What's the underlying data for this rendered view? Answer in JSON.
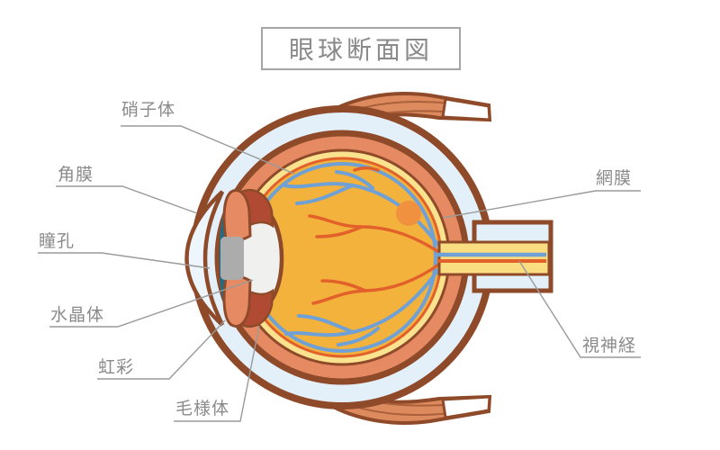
{
  "title": "眼球断面図",
  "labels": [
    {
      "id": "vitreous-body",
      "text": "硝子体"
    },
    {
      "id": "cornea",
      "text": "角膜"
    },
    {
      "id": "pupil",
      "text": "瞳孔"
    },
    {
      "id": "crystalline-lens",
      "text": "水晶体"
    },
    {
      "id": "iris",
      "text": "虹彩"
    },
    {
      "id": "ciliary-body",
      "text": "毛様体"
    },
    {
      "id": "retina",
      "text": "網膜"
    },
    {
      "id": "optic-nerve",
      "text": "視神経"
    }
  ],
  "colors": {
    "outline": "#8E4A29",
    "sclera": "#E3F0FA",
    "cornea": "#EDF6FC",
    "choroid": "#E58A62",
    "retina": "#FAE28E",
    "vitreous": "#F3B23C",
    "vessel_blue": "#6FA0D6",
    "vessel_red": "#E2612B",
    "anterior_chamber": "#15708F",
    "pupil": "#ACACAC",
    "lens": "#F0F0EE",
    "ciliary": "#B04A32",
    "macula": "#F09140",
    "muscle": "#DE8A5F",
    "muscle_striation": "#A8613B",
    "tendon": "#FFFFFF",
    "nerve_core": "#F9DD80",
    "label_text": "#8A8A8A",
    "leader_line": "#9A9A9A",
    "title_border": "#A5A5A5"
  }
}
